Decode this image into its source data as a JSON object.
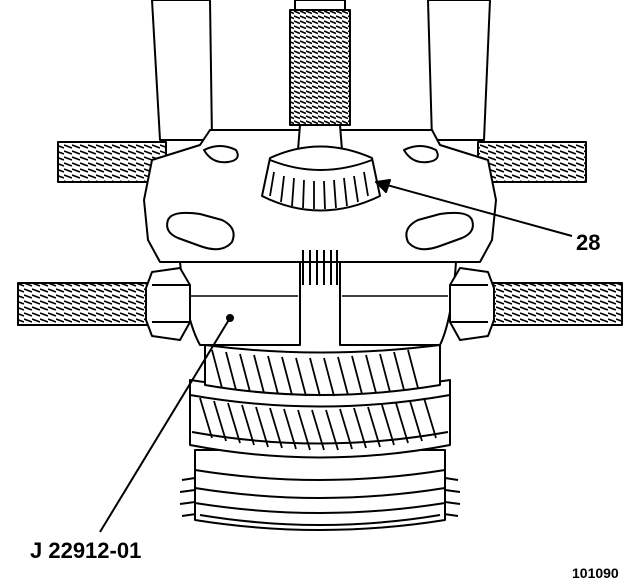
{
  "callouts": {
    "part_number": "28",
    "tool_number": "J 22912-01"
  },
  "figure": {
    "figure_number": "101090"
  },
  "colors": {
    "ink": "#000000",
    "paper": "#ffffff"
  }
}
